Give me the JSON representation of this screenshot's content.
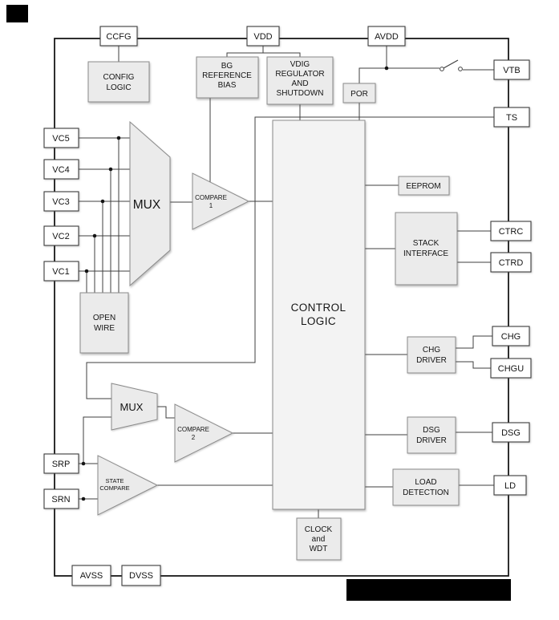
{
  "diagram": {
    "pins": {
      "top": [
        "CCFG",
        "VDD",
        "AVDD"
      ],
      "left": [
        "VC5",
        "VC4",
        "VC3",
        "VC2",
        "VC1",
        "SRP",
        "SRN"
      ],
      "right": [
        "VTB",
        "TS",
        "CTRC",
        "CTRD",
        "CHG",
        "CHGU",
        "DSG",
        "LD"
      ],
      "bottom": [
        "AVSS",
        "DVSS"
      ]
    },
    "blocks": {
      "config_logic": [
        "CONFIG",
        "LOGIC"
      ],
      "bg_reference": [
        "BG",
        "REFERENCE",
        "BIAS"
      ],
      "vdig_regulator": [
        "VDIG",
        "REGULATOR",
        "AND",
        "SHUTDOWN"
      ],
      "por": [
        "POR"
      ],
      "mux_top": [
        "MUX"
      ],
      "compare1": [
        "COMPARE",
        "1"
      ],
      "control_logic": [
        "CONTROL",
        "LOGIC"
      ],
      "eeprom": [
        "EEPROM"
      ],
      "stack_interface": [
        "STACK",
        "INTERFACE"
      ],
      "open_wire": [
        "OPEN",
        "WIRE"
      ],
      "chg_driver": [
        "CHG",
        "DRIVER"
      ],
      "mux_bottom": [
        "MUX"
      ],
      "compare2": [
        "COMPARE",
        "2"
      ],
      "state_compare": [
        "STATE",
        "COMPARE"
      ],
      "dsg_driver": [
        "DSG",
        "DRIVER"
      ],
      "load_detection": [
        "LOAD",
        "DETECTION"
      ],
      "clock_wdt": [
        "CLOCK",
        "and",
        "WDT"
      ]
    },
    "colors": {
      "block_fill": "#ebebeb",
      "control_fill": "#f3f3f3",
      "pin_fill": "#ffffff",
      "wire": "#3f3f3f",
      "border": "#181818",
      "redaction": "#000000"
    }
  }
}
